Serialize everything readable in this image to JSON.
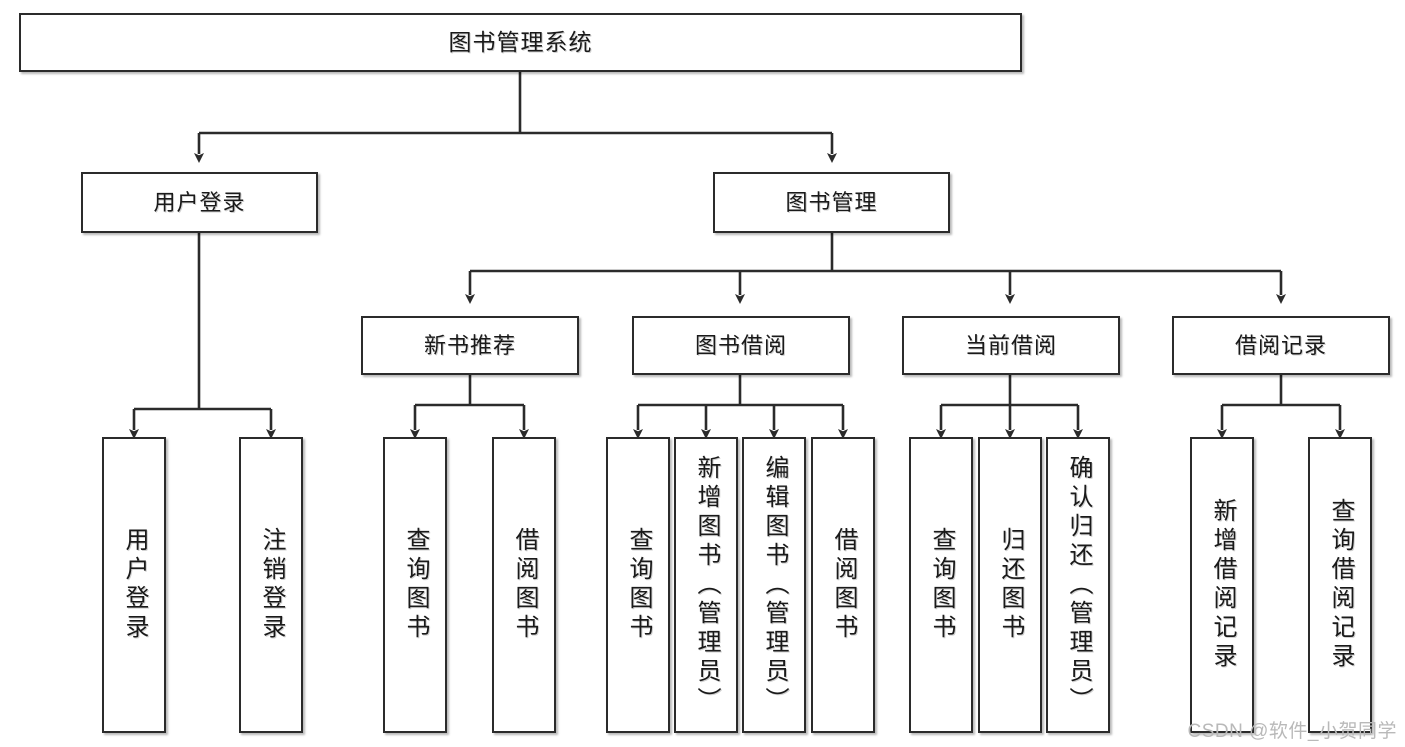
{
  "diagram": {
    "type": "tree-hierarchy",
    "title": "图书管理系统",
    "watermark": "CSDN @软件_小贺同学",
    "colors": {
      "box_border": "#2b2b2b",
      "box_fill": "#ffffff",
      "connector": "#2b2b2b",
      "text": "#1a1a1a",
      "watermark": "#b9b9b9"
    },
    "nodes": {
      "root": {
        "label": "图书管理系统"
      },
      "level2": [
        {
          "label": "用户登录"
        },
        {
          "label": "图书管理"
        }
      ],
      "level3": [
        {
          "label": "新书推荐"
        },
        {
          "label": "图书借阅"
        },
        {
          "label": "当前借阅"
        },
        {
          "label": "借阅记录"
        }
      ],
      "leaves": {
        "user_login": [
          {
            "label": "用户登录"
          },
          {
            "label": "注销登录"
          }
        ],
        "new_book": [
          {
            "label": "查询图书"
          },
          {
            "label": "借阅图书"
          }
        ],
        "book_borrow": [
          {
            "label": "查询图书"
          },
          {
            "label": "新增图书（管理员）"
          },
          {
            "label": "编辑图书（管理员）"
          },
          {
            "label": "借阅图书"
          }
        ],
        "current_borrow": [
          {
            "label": "查询图书"
          },
          {
            "label": "归还图书"
          },
          {
            "label": "确认归还（管理员）"
          }
        ],
        "borrow_record": [
          {
            "label": "新增借阅记录"
          },
          {
            "label": "查询借阅记录"
          }
        ]
      }
    }
  }
}
